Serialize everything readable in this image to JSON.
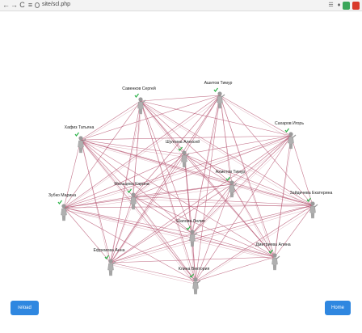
{
  "browser": {
    "back_glyph": "←",
    "forward_glyph": "→",
    "reload_glyph": "C",
    "menu_glyph": "≡",
    "url": "site/scl.php"
  },
  "people": [
    {
      "name": "Савенков Сергей"
    },
    {
      "name": "Ашитов Тимур"
    },
    {
      "name": "Хафиз Татьяна"
    },
    {
      "name": "Сахаров Игорь"
    },
    {
      "name": "Шулгина Алексей"
    },
    {
      "name": "Ахметов Тимур"
    },
    {
      "name": "Мальцева Карина"
    },
    {
      "name": "Зубко Марина"
    },
    {
      "name": "Зайдичева Екатерина"
    },
    {
      "name": "Шапова Лилия"
    },
    {
      "name": "Ефремова Анна"
    },
    {
      "name": "Дмитриева Алина"
    },
    {
      "name": "Клина Виктория"
    }
  ],
  "edge_color": "#b5536f",
  "buttons": {
    "reload": "reload",
    "home": "Home"
  }
}
